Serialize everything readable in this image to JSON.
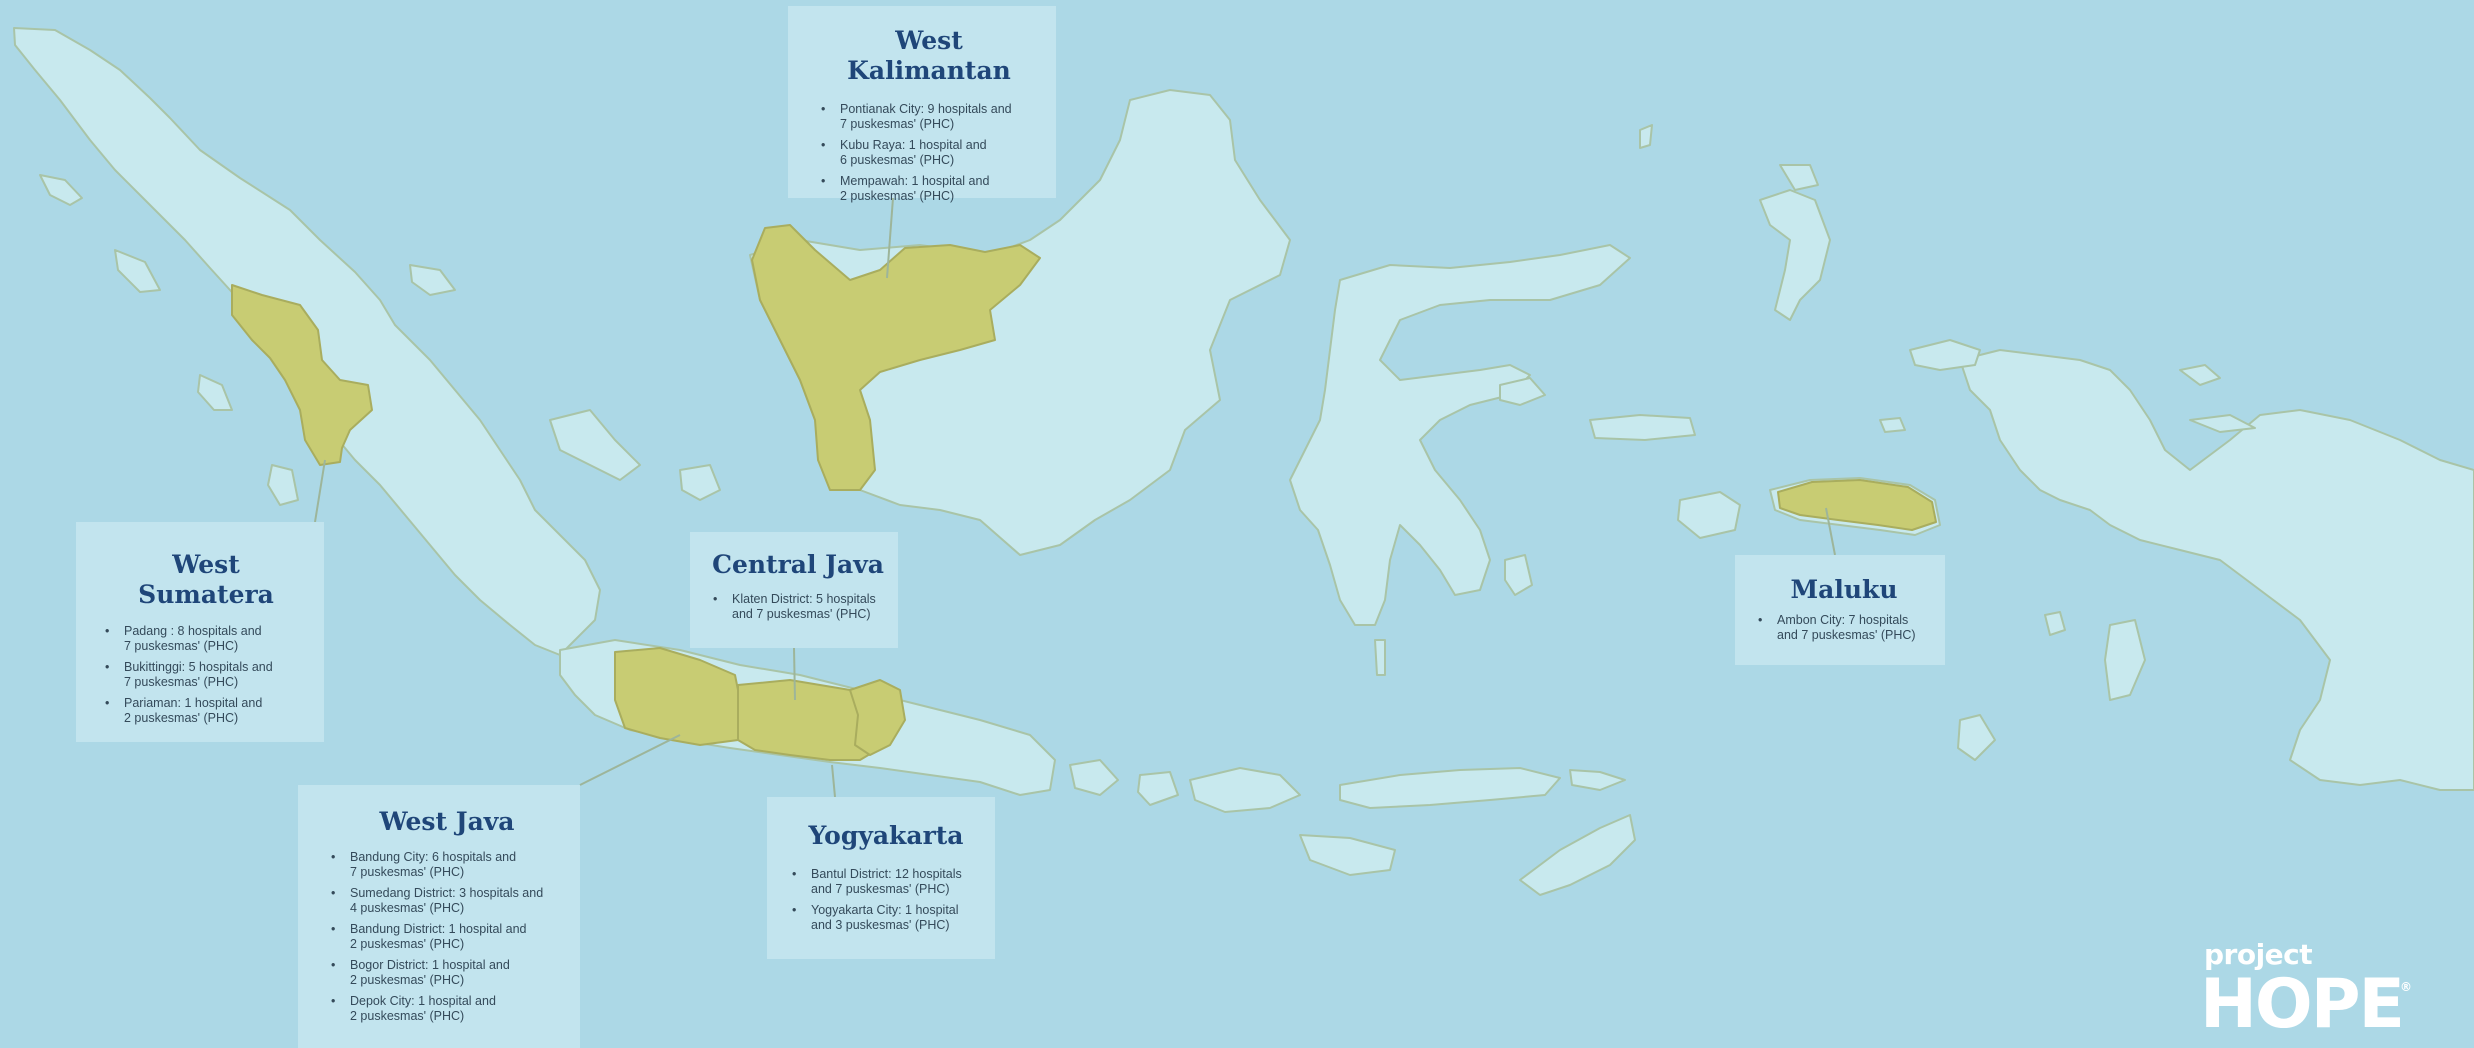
{
  "map": {
    "background_color": "#acd8e6",
    "land_color": "#c8e9ee",
    "highlight_color": "#c8cc73",
    "highlighted_regions": [
      "West Sumatera",
      "West Kalimantan",
      "West Java",
      "Central Java",
      "Yogyakarta",
      "Maluku"
    ]
  },
  "regions": {
    "west_kalimantan": {
      "title": "West Kalimantan",
      "items": [
        "Pontianak City: 9 hospitals and\n7 puskesmas' (PHC)",
        "Kubu Raya: 1 hospital and\n6 puskesmas' (PHC)",
        "Mempawah: 1 hospital and\n2 puskesmas' (PHC)"
      ]
    },
    "west_sumatera": {
      "title": "West Sumatera",
      "items": [
        "Padang : 8 hospitals and\n7 puskesmas' (PHC)",
        "Bukittinggi: 5 hospitals and\n7 puskesmas' (PHC)",
        "Pariaman: 1 hospital and\n2 puskesmas' (PHC)"
      ]
    },
    "central_java": {
      "title": "Central Java",
      "items": [
        "Klaten District: 5 hospitals\nand 7 puskesmas' (PHC)"
      ]
    },
    "maluku": {
      "title": "Maluku",
      "items": [
        "Ambon City: 7 hospitals\nand 7 puskesmas' (PHC)"
      ]
    },
    "west_java": {
      "title": "West Java",
      "items": [
        "Bandung City: 6 hospitals and\n7 puskesmas' (PHC)",
        "Sumedang District: 3 hospitals and\n4 puskesmas' (PHC)",
        "Bandung District: 1 hospital and\n2 puskesmas' (PHC)",
        "Bogor District: 1 hospital and\n2 puskesmas' (PHC)",
        "Depok City: 1 hospital and\n2 puskesmas' (PHC)"
      ]
    },
    "yogyakarta": {
      "title": "Yogyakarta",
      "items": [
        "Bantul District: 12 hospitals\nand 7 puskesmas' (PHC)",
        "Yogyakarta City: 1 hospital\nand 3 puskesmas' (PHC)"
      ]
    }
  },
  "logo": {
    "line1": "project",
    "line2": "HOPE",
    "mark": "®",
    "color": "#ffffff"
  }
}
